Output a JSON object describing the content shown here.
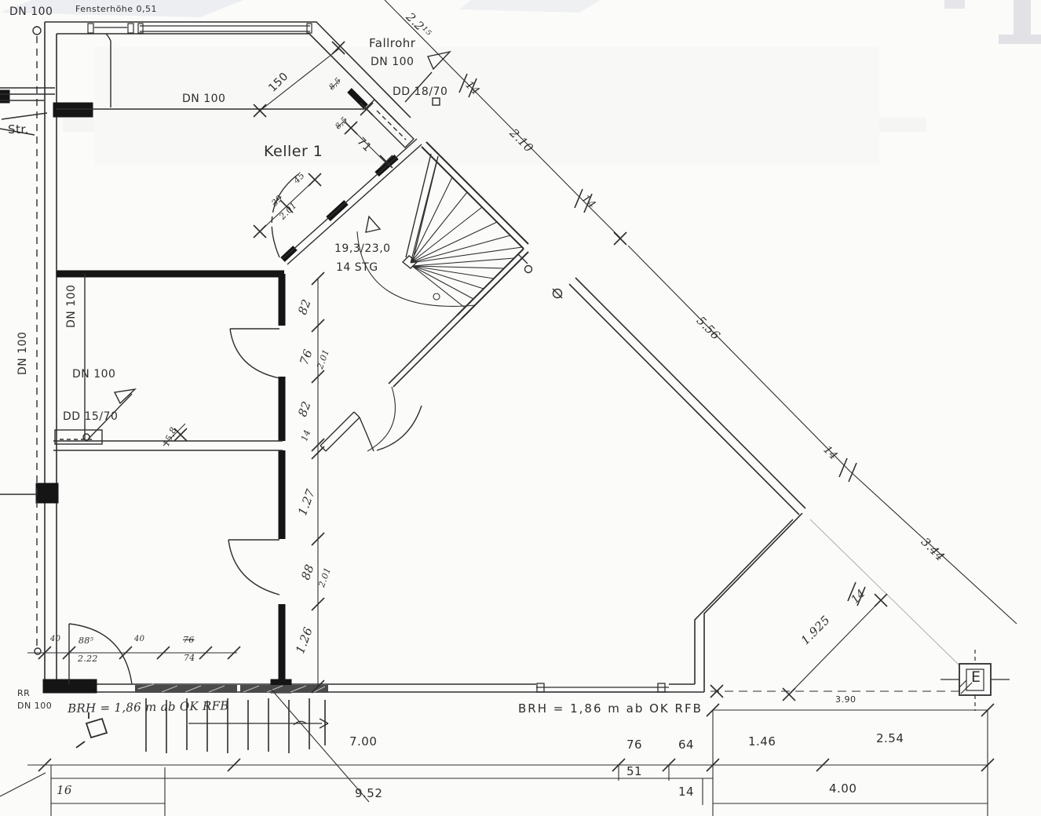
{
  "colors": {
    "ink": "#2e2e2e",
    "wall": "#151515",
    "paper": "#fbfbfa",
    "faint": "#e3e3e7"
  },
  "texts": {
    "dn100_topleft": "DN 100",
    "fensterhoehe": "Fensterhöhe 0,51",
    "str": "Str.",
    "dn100_top": "DN 100",
    "fallrohr_1": "Fallrohr",
    "fallrohr_2": "DN 100",
    "dd_18_70": "DD 18/70",
    "keller_1": "Keller 1",
    "stair_ratio": "19,3/23,0",
    "stair_count": "14 STG",
    "dn100_shaft": "DN 100",
    "dn100_wall": "DN 100",
    "dn100_mid": "DN 100",
    "dd_15_70": "DD 15/70",
    "rr": "RR",
    "rr_dn100": "DN 100",
    "brh_left": "BRH = 1,86 m ab OK RFB",
    "brh_right": "BRH = 1,86 m ab OK RFB",
    "e_box": "E"
  },
  "dims": {
    "diag_1": "2.2¹⁵",
    "diag_2": "14",
    "diag_3": "2.10",
    "diag_4": "14",
    "diag_5": "5.56",
    "diag_6": "14",
    "diag_7": "3.44",
    "diag_8": "1.925",
    "diag_9": "14",
    "w_150": "150",
    "w_71": "71",
    "w_85a": "8,5",
    "w_85b": "8,5",
    "w_45": "45",
    "w_39": "39",
    "w_201": "2.01",
    "w_158": "15,8",
    "v_1": "82",
    "v_2": "76",
    "v_3": "2.01",
    "v_4": "82",
    "v_5": "14",
    "v_6": "1.27",
    "v_7": "88",
    "v_8": "2.01",
    "v_9": "1.26",
    "bl_1": "40",
    "bl_2": "88⁵",
    "bl_3": "2.22",
    "bl_4": "40",
    "bl_5": "76",
    "bl_6": "74",
    "bot_1": "7.00",
    "bot_2": "76",
    "bot_3": "64",
    "bot_4": "1.46",
    "bot_5": "2.54",
    "bot_6": "3.90",
    "bot_7": "51",
    "bot_8": "14",
    "bot_9": "9.52",
    "bot_10": "4.00",
    "bot_11": "16"
  }
}
